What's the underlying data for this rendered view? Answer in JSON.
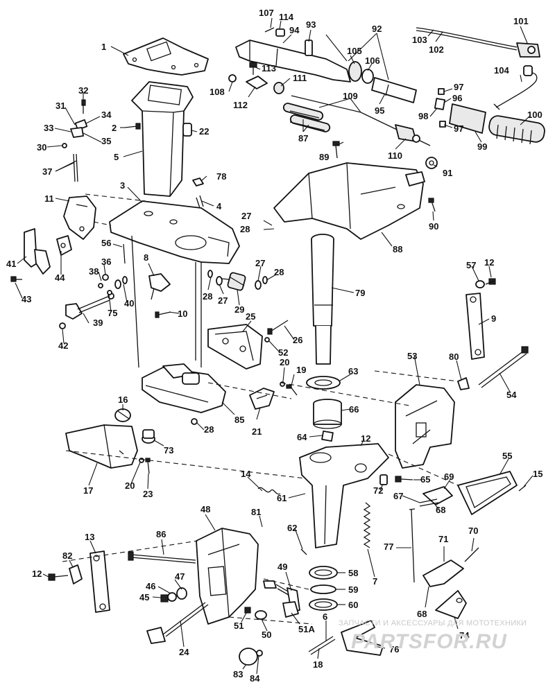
{
  "watermark": {
    "line1": "ЗАПЧАСТИ И АКСЕССУАРЫ ДЛЯ МОТОТЕХНИКИ",
    "line2": "PARTSFOR.RU"
  },
  "callouts": {
    "c1": "1",
    "c2": "2",
    "c3": "3",
    "c4": "4",
    "c5": "5",
    "c6": "6",
    "c7": "7",
    "c8": "8",
    "c9": "9",
    "c10": "10",
    "c11": "11",
    "c12a": "12",
    "c12b": "12",
    "c12c": "12",
    "c13": "13",
    "c14": "14",
    "c15": "15",
    "c16": "16",
    "c17": "17",
    "c18": "18",
    "c19": "19",
    "c20a": "20",
    "c20b": "20",
    "c21": "21",
    "c22": "22",
    "c23": "23",
    "c24": "24",
    "c25": "25",
    "c26": "26",
    "c27a": "27",
    "c27b": "27",
    "c27c": "27",
    "c28a": "28",
    "c28b": "28",
    "c28c": "28",
    "c28d": "28",
    "c29": "29",
    "c30": "30",
    "c31": "31",
    "c32": "32",
    "c33": "33",
    "c34": "34",
    "c35": "35",
    "c36": "36",
    "c37": "37",
    "c38": "38",
    "c39": "39",
    "c40": "40",
    "c41": "41",
    "c42": "42",
    "c43": "43",
    "c44": "44",
    "c45": "45",
    "c46": "46",
    "c47": "47",
    "c48": "48",
    "c49": "49",
    "c50": "50",
    "c51": "51",
    "c51a": "51A",
    "c52": "52",
    "c53": "53",
    "c54": "54",
    "c55": "55",
    "c56": "56",
    "c57": "57",
    "c58": "58",
    "c59": "59",
    "c60": "60",
    "c61": "61",
    "c62": "62",
    "c63": "63",
    "c64": "64",
    "c65": "65",
    "c66": "66",
    "c67": "67",
    "c68a": "68",
    "c68b": "68",
    "c69": "69",
    "c70": "70",
    "c71": "71",
    "c72": "72",
    "c73": "73",
    "c74": "74",
    "c75": "75",
    "c76": "76",
    "c77": "77",
    "c78": "78",
    "c79": "79",
    "c80": "80",
    "c81": "81",
    "c82": "82",
    "c83": "83",
    "c84": "84",
    "c85": "85",
    "c86": "86",
    "c87": "87",
    "c88": "88",
    "c89": "89",
    "c90": "90",
    "c91": "91",
    "c92": "92",
    "c93": "93",
    "c94": "94",
    "c95": "95",
    "c96": "96",
    "c97a": "97",
    "c97b": "97",
    "c98": "98",
    "c99": "99",
    "c100": "100",
    "c101": "101",
    "c102": "102",
    "c103": "103",
    "c104": "104",
    "c105": "105",
    "c106": "106",
    "c107": "107",
    "c108": "108",
    "c109": "109",
    "c110": "110",
    "c111": "111",
    "c112": "112",
    "c113": "113",
    "c114": "114"
  }
}
